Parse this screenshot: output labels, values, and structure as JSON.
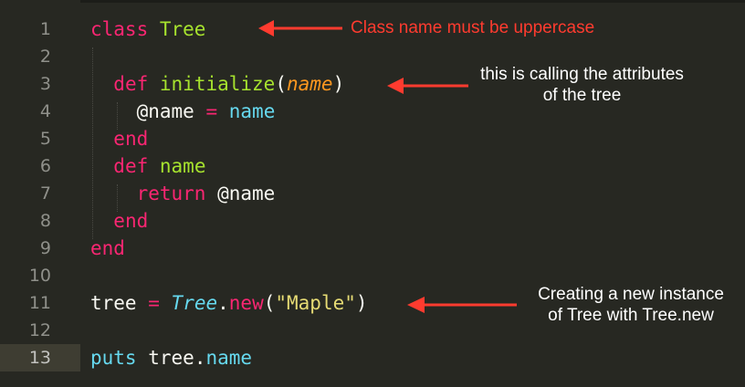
{
  "editor": {
    "theme_colors": {
      "background": "#272822",
      "keyword": "#f92672",
      "class_name": "#a6e22e",
      "parameter": "#fd971f",
      "constant": "#66d9ef",
      "string": "#e6db74",
      "line_number": "#8f908a",
      "annotation_red": "#ff3b2f"
    },
    "current_line": 13,
    "lines": [
      {
        "n": "1",
        "tokens": [
          {
            "t": "class",
            "c": "kw"
          },
          {
            "t": " "
          },
          {
            "t": "Tree",
            "c": "cls"
          }
        ]
      },
      {
        "n": "2",
        "tokens": []
      },
      {
        "n": "3",
        "tokens": [
          {
            "t": "  "
          },
          {
            "t": "def",
            "c": "kw"
          },
          {
            "t": " "
          },
          {
            "t": "initialize",
            "c": "fn"
          },
          {
            "t": "(",
            "c": "paren"
          },
          {
            "t": "name",
            "c": "param"
          },
          {
            "t": ")",
            "c": "paren"
          }
        ]
      },
      {
        "n": "4",
        "tokens": [
          {
            "t": "    "
          },
          {
            "t": "@name",
            "c": "ivar"
          },
          {
            "t": " "
          },
          {
            "t": "=",
            "c": "kw"
          },
          {
            "t": " "
          },
          {
            "t": "name",
            "c": "call"
          }
        ]
      },
      {
        "n": "5",
        "tokens": [
          {
            "t": "  "
          },
          {
            "t": "end",
            "c": "kw"
          }
        ]
      },
      {
        "n": "6",
        "tokens": [
          {
            "t": "  "
          },
          {
            "t": "def",
            "c": "kw"
          },
          {
            "t": " "
          },
          {
            "t": "name",
            "c": "fn"
          }
        ]
      },
      {
        "n": "7",
        "tokens": [
          {
            "t": "    "
          },
          {
            "t": "return",
            "c": "kw"
          },
          {
            "t": " "
          },
          {
            "t": "@name",
            "c": "ivar"
          }
        ]
      },
      {
        "n": "8",
        "tokens": [
          {
            "t": "  "
          },
          {
            "t": "end",
            "c": "kw"
          }
        ]
      },
      {
        "n": "9",
        "tokens": [
          {
            "t": "end",
            "c": "kw"
          }
        ]
      },
      {
        "n": "10",
        "tokens": []
      },
      {
        "n": "11",
        "tokens": [
          {
            "t": "tree",
            "c": "ivar"
          },
          {
            "t": " "
          },
          {
            "t": "=",
            "c": "kw"
          },
          {
            "t": " "
          },
          {
            "t": "Tree",
            "c": "const"
          },
          {
            "t": ".",
            "c": "paren"
          },
          {
            "t": "new",
            "c": "kw"
          },
          {
            "t": "(",
            "c": "paren"
          },
          {
            "t": "\"Maple\"",
            "c": "str"
          },
          {
            "t": ")",
            "c": "paren"
          }
        ]
      },
      {
        "n": "12",
        "tokens": []
      },
      {
        "n": "13",
        "tokens": [
          {
            "t": "puts",
            "c": "call"
          },
          {
            "t": " "
          },
          {
            "t": "tree",
            "c": "ivar"
          },
          {
            "t": ".",
            "c": "paren"
          },
          {
            "t": "name",
            "c": "call"
          }
        ]
      }
    ]
  },
  "annotations": {
    "class_name": "Class name must be uppercase",
    "initialize_line1": "this is calling the attributes",
    "initialize_line2": "of the tree",
    "instance_line1": "Creating a new instance",
    "instance_line2": "of Tree with Tree.new"
  }
}
